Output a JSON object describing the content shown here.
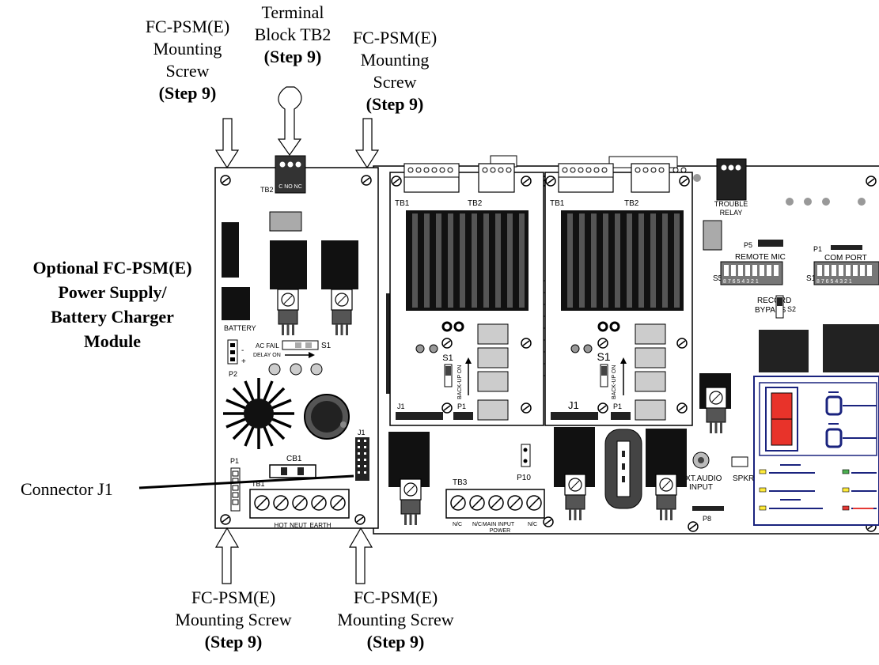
{
  "callouts": {
    "screw_top_left": {
      "line1": "FC-PSM(E)",
      "line2": "Mounting",
      "line3": "Screw",
      "step": "(Step 9)"
    },
    "terminal_tb2": {
      "line1": "Terminal",
      "line2": "Block TB2",
      "step": "(Step 9)"
    },
    "screw_top_right": {
      "line1": "FC-PSM(E)",
      "line2": "Mounting",
      "line3": "Screw",
      "step": "(Step 9)"
    },
    "module_label": {
      "line1": "Optional FC-PSM(E)",
      "line2": "Power Supply/",
      "line3": "Battery Charger",
      "line4": "Module"
    },
    "connector_j1": {
      "text": "Connector J1"
    },
    "screw_bottom_left": {
      "line1": "FC-PSM(E)",
      "line2": "Mounting Screw",
      "step": "(Step 9)"
    },
    "screw_bottom_right": {
      "line1": "FC-PSM(E)",
      "line2": "Mounting Screw",
      "step": "(Step 9)"
    }
  },
  "board_labels": {
    "psm": {
      "tb2": "TB2",
      "tb2_pins": "C NO NC",
      "battery": "BATTERY",
      "p2": "P2",
      "minus": "-",
      "plus": "+",
      "ac_fail": "AC FAIL",
      "delay_on": "DELAY ON",
      "s1": "S1",
      "j1": "J1",
      "cb1": "CB1",
      "p1": "P1",
      "tb1": "TB1",
      "hot": "HOT",
      "neut": "NEUT",
      "earth": "EARTH"
    },
    "amp1": {
      "tb1": "TB1",
      "tb2": "TB2",
      "s1": "S1",
      "backup": "BACK-UP ON",
      "j1": "J1",
      "p1": "P1"
    },
    "amp2": {
      "tb1": "TB1",
      "tb2": "TB2",
      "s1": "S1",
      "backup": "BACK-UP ON",
      "j1": "J1",
      "p1": "P1"
    },
    "main": {
      "trouble": "TROUBLE",
      "relay": "RELAY",
      "p5": "P5",
      "remote_mic": "REMOTE MIC",
      "p1": "P1",
      "com_port": "COM PORT",
      "s5": "S5",
      "s1": "S1",
      "dip_s5": "8 7 6 5 4 3 2 1",
      "dip_s1": "8 7 6 5 4 3 2 1",
      "record": "RECORD",
      "bypass": "BYPASS",
      "s2": "S2",
      "ext_audio": "EXT.AUDIO",
      "input": "INPUT",
      "spkr": "SPKR",
      "p8": "P8",
      "tb3": "TB3",
      "p10": "P10",
      "nc1": "N/C",
      "nc2": "N/C",
      "main_input": "MAIN INPUT",
      "power": "POWER",
      "nc3": "N/C"
    }
  },
  "colors": {
    "line": "#000000",
    "panel_red": "#e8332a",
    "panel_blue": "#1a237e",
    "led_yellow": "#ffeb3b",
    "led_green": "#4caf50",
    "led_red": "#e53935"
  }
}
